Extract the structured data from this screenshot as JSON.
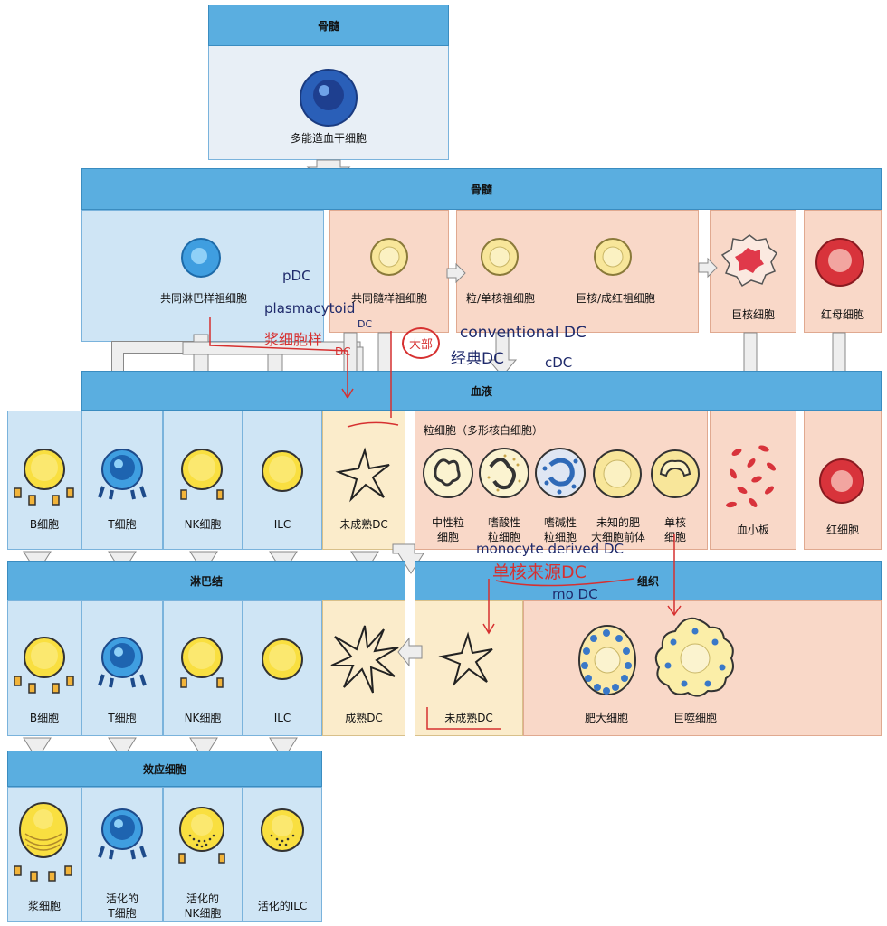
{
  "colors": {
    "header": "#5aaee0",
    "lymph_bg": "#cfe5f5",
    "myeloid_bg": "#f9d8c8",
    "dc_bg": "#fbeccb",
    "annotation_red": "#d63030",
    "annotation_navy": "#1f2a6b"
  },
  "top": {
    "title": "骨髓",
    "stem_cell": "多能造血干细胞"
  },
  "bone_marrow": {
    "title": "骨髓",
    "clp": "共同淋巴样祖细胞",
    "cmp": "共同髓样祖细胞",
    "gmp": "粒/单核祖细胞",
    "mep": "巨核/成红祖细胞",
    "megakaryocyte": "巨核细胞",
    "erythroblast": "红母细胞"
  },
  "blood": {
    "title": "血液",
    "b_cell": "B细胞",
    "t_cell": "T细胞",
    "nk_cell": "NK细胞",
    "ilc": "ILC",
    "immature_dc": "未成熟DC",
    "granulocyte_title": "粒细胞（多形核白细胞）",
    "neutrophil": [
      "中性粒",
      "细胞"
    ],
    "eosinophil": [
      "嗜酸性",
      "粒细胞"
    ],
    "basophil": [
      "嗜碱性",
      "粒细胞"
    ],
    "mast_precursor": [
      "未知的肥",
      "大细胞前体"
    ],
    "monocyte": [
      "单核",
      "细胞"
    ],
    "platelet": "血小板",
    "rbc": "红细胞"
  },
  "lymph_node": {
    "title": "淋巴结",
    "b_cell": "B细胞",
    "t_cell": "T细胞",
    "nk_cell": "NK细胞",
    "ilc": "ILC",
    "mature_dc": "成熟DC"
  },
  "tissue": {
    "title": "组织",
    "immature_dc": "未成熟DC",
    "mast_cell": "肥大细胞",
    "macrophage": "巨噬细胞"
  },
  "effector": {
    "title": "效应细胞",
    "plasma": "浆细胞",
    "act_t": [
      "活化的",
      "T细胞"
    ],
    "act_nk": [
      "活化的",
      "NK细胞"
    ],
    "act_ilc": "活化的ILC"
  },
  "annotations": {
    "pdc": "pDC",
    "plasmacytoid": "plasmacytoid",
    "plasma_cn": "浆细胞样",
    "dc_suffix": "DC",
    "big": "大部",
    "conventional": "conventional DC",
    "classic_cn": "经典DC",
    "cdc": "cDC",
    "mono_derived": "monocyte derived DC",
    "mono_cn": "单核来源DC",
    "modc": "mo DC"
  }
}
